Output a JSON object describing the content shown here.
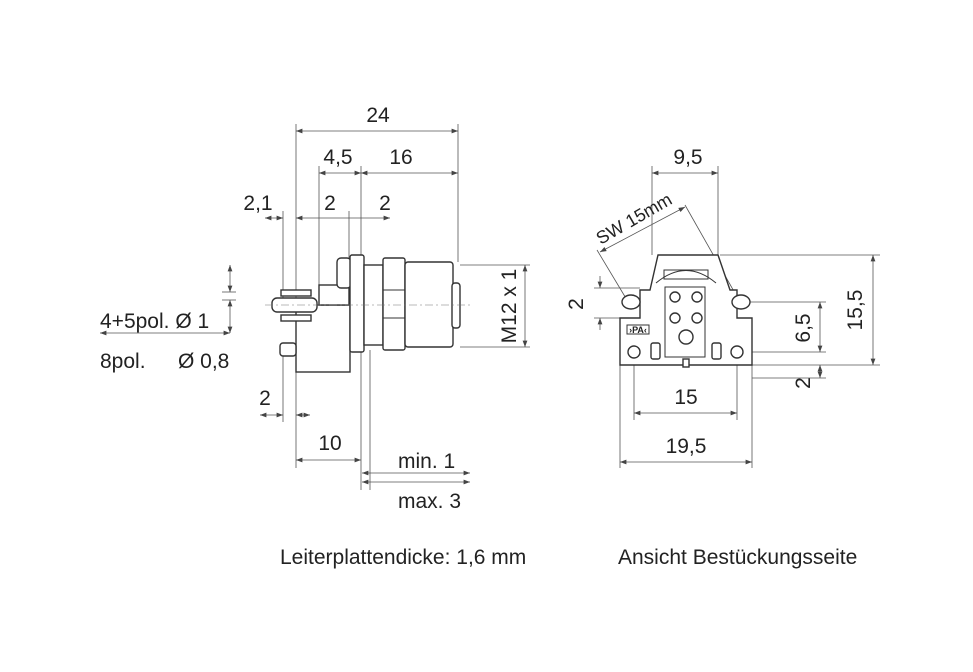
{
  "side_view": {
    "dim_total": "24",
    "dim_4_5": "4,5",
    "dim_16": "16",
    "dim_2_1": "2,1",
    "dim_2a": "2",
    "dim_2b": "2",
    "pin_note_1": "4+5pol. Ø 1",
    "pin_note_2_label": "8pol.",
    "pin_note_2_value": "Ø 0,8",
    "dim_2_pin": "2",
    "dim_10": "10",
    "min": "min. 1",
    "max": "max. 3",
    "thread": "M12 x 1",
    "caption": "Leiterplattendicke: 1,6 mm"
  },
  "front_view": {
    "dim_9_5": "9,5",
    "wrench": "SW 15mm",
    "dim_2_left": "2",
    "dim_6_5": "6,5",
    "dim_15_5": "15,5",
    "dim_2_right": "2",
    "dim_15": "15",
    "dim_19_5": "19,5",
    "marking": "›PA‹",
    "caption": "Ansicht Bestückungsseite"
  }
}
